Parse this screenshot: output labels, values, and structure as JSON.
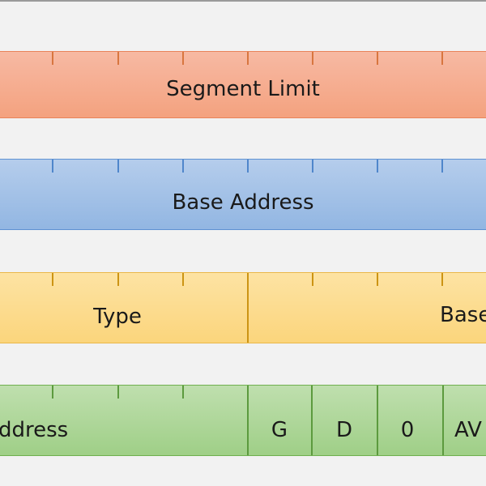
{
  "rows": [
    {
      "fields": [
        "Segment Limit"
      ]
    },
    {
      "fields": [
        "Base Address"
      ]
    },
    {
      "fields": [
        "Type",
        "Base"
      ]
    },
    {
      "fields": [
        "ddress",
        "G",
        "D",
        "0",
        "AV"
      ]
    }
  ],
  "colors": {
    "row_1": "#f4a27f",
    "row_2": "#92b6e2",
    "row_3": "#fbd57c",
    "row_4": "#9fcf87",
    "background": "#f2f2f2"
  }
}
